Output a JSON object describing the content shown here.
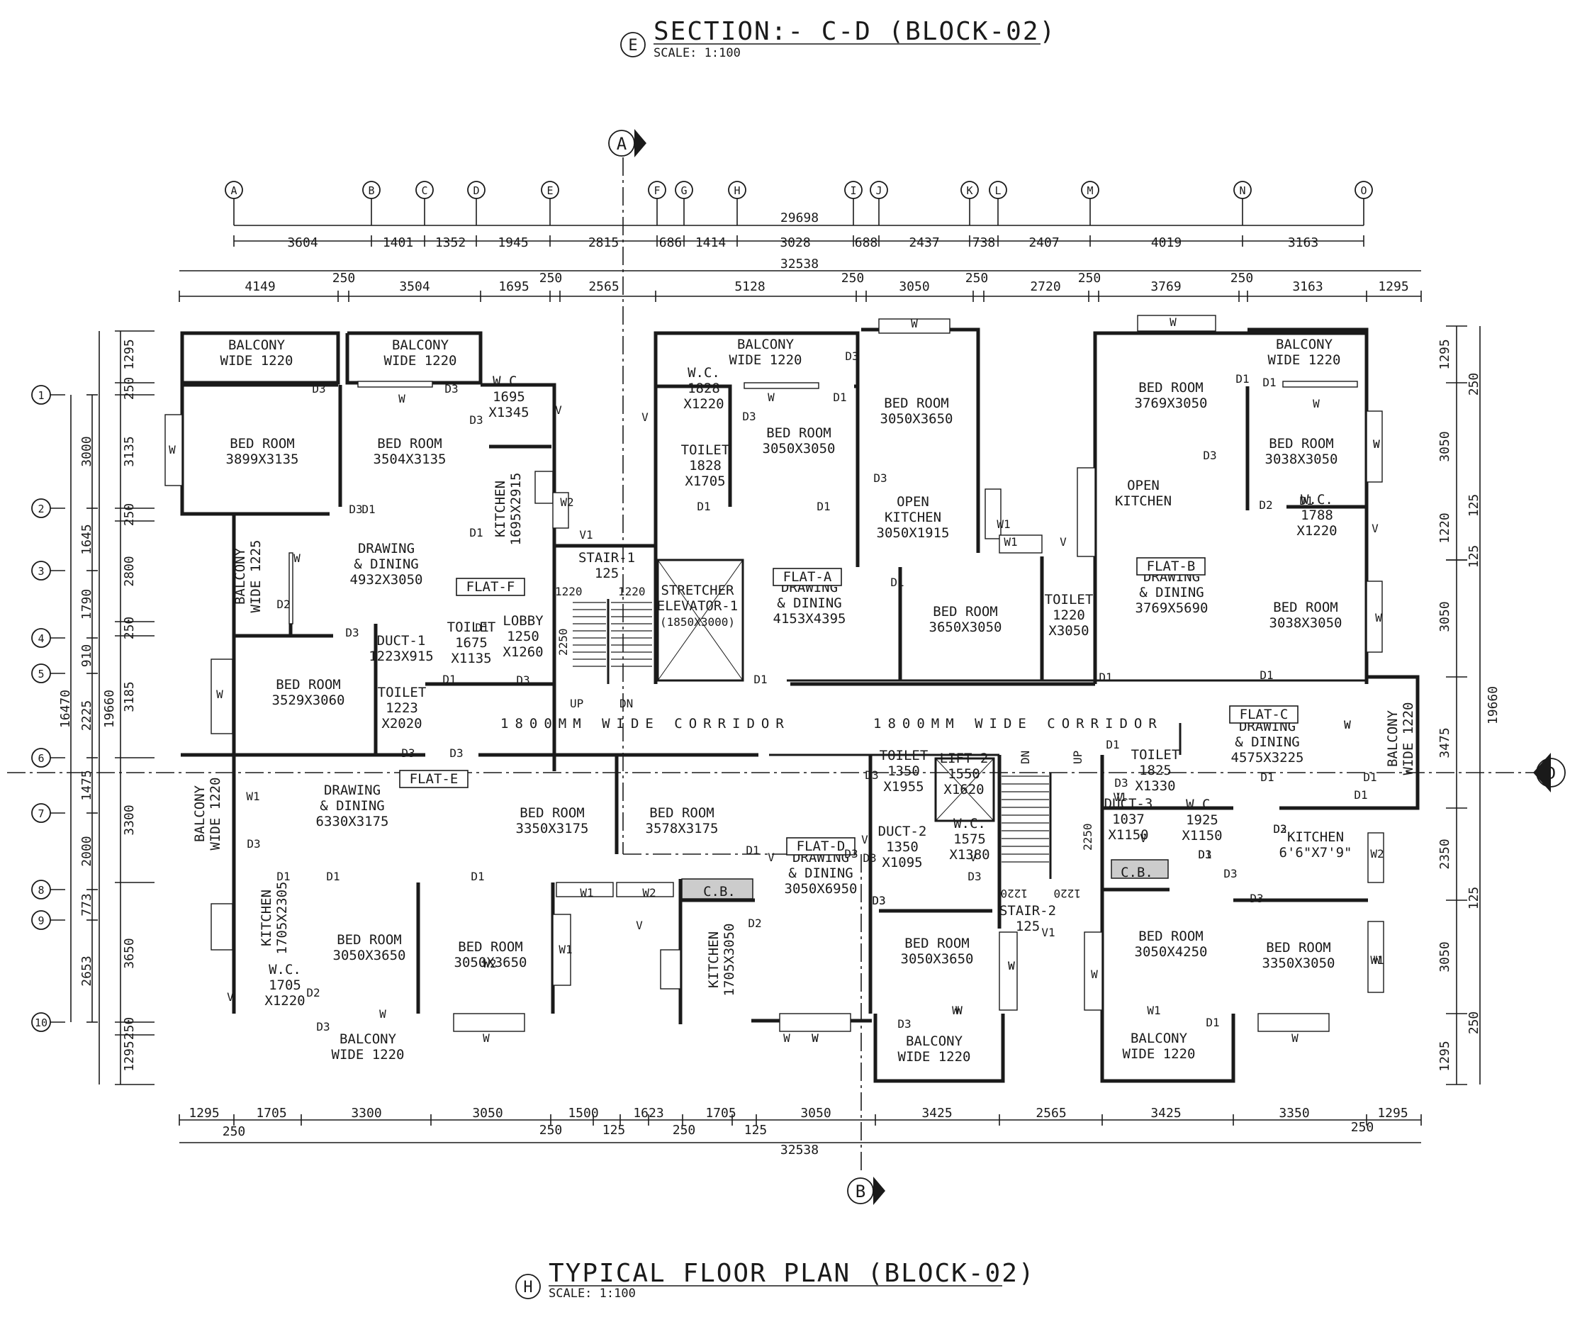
{
  "titles": {
    "section_title": "SECTION:- C-D (BLOCK-02)",
    "section_tag": "E",
    "section_scale": "SCALE: 1:100",
    "plan_title": "TYPICAL FLOOR PLAN (BLOCK-02)",
    "plan_tag": "H",
    "plan_scale": "SCALE: 1:100"
  },
  "section_markers": {
    "a": "A",
    "b": "B",
    "d": "D"
  },
  "grid_top": [
    "A",
    "B",
    "C",
    "D",
    "E",
    "F",
    "G",
    "H",
    "I",
    "J",
    "K",
    "L",
    "M",
    "N",
    "O"
  ],
  "grid_left": [
    "1",
    "2",
    "3",
    "4",
    "5",
    "6",
    "7",
    "8",
    "9",
    "10"
  ],
  "dims_top": {
    "row1_total": "29698",
    "row1": [
      "3604",
      "1401",
      "1352",
      "1945",
      "2815",
      "686",
      "1414",
      "3028",
      "688",
      "2437",
      "738",
      "2407",
      "4019",
      "3163"
    ],
    "row2_total": "32538",
    "row3": [
      "4149",
      "250",
      "3504",
      "1695",
      "250",
      "2565",
      "5128",
      "250",
      "3050",
      "250",
      "2720",
      "250",
      "3769",
      "250",
      "3163",
      "1295"
    ]
  },
  "dims_bottom": {
    "row1": [
      "1295",
      "1705",
      "3300",
      "3050",
      "1500",
      "1623",
      "1705",
      "3050",
      "3425",
      "2565",
      "3425",
      "3350",
      "1295"
    ],
    "row2": [
      "250",
      "250",
      "125",
      "250",
      "125",
      "250"
    ],
    "total": "32538"
  },
  "dims_left": {
    "outer": [
      "1295",
      "250",
      "3135",
      "250",
      "2800",
      "250",
      "3185",
      "3300",
      "3650",
      "250",
      "1295"
    ],
    "inner": [
      "3000",
      "1645",
      "1790",
      "910",
      "2225",
      "1475",
      "2000",
      "773",
      "2653"
    ],
    "total_a": "16470",
    "total_b": "19660"
  },
  "dims_right": {
    "outer": [
      "1295",
      "3050",
      "1220",
      "3050",
      "3475",
      "2350",
      "3050",
      "1295"
    ],
    "inner": [
      "250",
      "125",
      "125",
      "125",
      "250"
    ],
    "total": "19660"
  },
  "rooms": [
    {
      "l1": "BALCONY",
      "l2": "WIDE 1220"
    },
    {
      "l1": "BALCONY",
      "l2": "WIDE 1220"
    },
    {
      "l1": "BED ROOM",
      "l2": "3899X3135"
    },
    {
      "l1": "BED ROOM",
      "l2": "3504X3135"
    },
    {
      "l1": "W.C.",
      "l2": "1695",
      "l3": "X1345"
    },
    {
      "l1": "KITCHEN",
      "l2": "1695X2915"
    },
    {
      "l1": "BALCONY",
      "l2": "WIDE 1225"
    },
    {
      "l1": "DRAWING",
      "l2": "& DINING",
      "l3": "4932X3050"
    },
    {
      "l1": "BED ROOM",
      "l2": "3529X3060"
    },
    {
      "l1": "DUCT-1",
      "l2": "1223X915"
    },
    {
      "l1": "TOILET",
      "l2": "1675",
      "l3": "X1135"
    },
    {
      "l1": "TOILET",
      "l2": "1223",
      "l3": "X2020"
    },
    {
      "l1": "LOBBY",
      "l2": "1250",
      "l3": "X1260"
    },
    {
      "l1": "STAIR-1",
      "l2": "125"
    },
    {
      "l1": "STRETCHER",
      "l2": "ELEVATOR-1",
      "l3": "(1850X3000)"
    },
    {
      "l1": "BALCONY",
      "l2": "WIDE 1220"
    },
    {
      "l1": "W.C.",
      "l2": "1828",
      "l3": "X1220"
    },
    {
      "l1": "TOILET",
      "l2": "1828",
      "l3": "X1705"
    },
    {
      "l1": "BED ROOM",
      "l2": "3050X3050"
    },
    {
      "l1": "BED ROOM",
      "l2": "3050X3650"
    },
    {
      "l1": "OPEN",
      "l2": "KITCHEN",
      "l3": "3050X1915"
    },
    {
      "l1": "DRAWING",
      "l2": "& DINING",
      "l3": "4153X4395"
    },
    {
      "l1": "BED ROOM",
      "l2": "3650X3050"
    },
    {
      "l1": "TOILET",
      "l2": "1220",
      "l3": "X3050"
    },
    {
      "l1": "BED ROOM",
      "l2": "3769X3050"
    },
    {
      "l1": "OPEN",
      "l2": "KITCHEN"
    },
    {
      "l1": "DRAWING",
      "l2": "& DINING",
      "l3": "3769X5690"
    },
    {
      "l1": "BALCONY",
      "l2": "WIDE 1220"
    },
    {
      "l1": "BED ROOM",
      "l2": "3038X3050"
    },
    {
      "l1": "W.C.",
      "l2": "1788",
      "l3": "X1220"
    },
    {
      "l1": "BED ROOM",
      "l2": "3038X3050"
    },
    {
      "l1": "BALCONY",
      "l2": "WIDE 1220"
    },
    {
      "l1": "DRAWING",
      "l2": "& DINING",
      "l3": "6330X3175"
    },
    {
      "l1": "BED ROOM",
      "l2": "3350X3175"
    },
    {
      "l1": "BED ROOM",
      "l2": "3578X3175"
    },
    {
      "l1": "KITCHEN",
      "l2": "1705X2305"
    },
    {
      "l1": "W.C.",
      "l2": "1705",
      "l3": "X1220"
    },
    {
      "l1": "BED ROOM",
      "l2": "3050X3650"
    },
    {
      "l1": "BED ROOM",
      "l2": "3050X3650"
    },
    {
      "l1": "BALCONY",
      "l2": "WIDE 1220"
    },
    {
      "l1": "C.B."
    },
    {
      "l1": "KITCHEN",
      "l2": "1705X3050"
    },
    {
      "l1": "DRAWING",
      "l2": "& DINING",
      "l3": "3050X6950"
    },
    {
      "l1": "TOILET",
      "l2": "1350",
      "l3": "X1955"
    },
    {
      "l1": "LIFT-2",
      "l2": "1550",
      "l3": "X1620"
    },
    {
      "l1": "DUCT-2",
      "l2": "1350",
      "l3": "X1095"
    },
    {
      "l1": "W.C.",
      "l2": "1575",
      "l3": "X1380"
    },
    {
      "l1": "BED ROOM",
      "l2": "3050X3650"
    },
    {
      "l1": "BALCONY",
      "l2": "WIDE 1220"
    },
    {
      "l1": "STAIR-2",
      "l2": "125"
    },
    {
      "l1": "TOILET",
      "l2": "1825",
      "l3": "X1330"
    },
    {
      "l1": "DUCT-3",
      "l2": "1037",
      "l3": "X1150"
    },
    {
      "l1": "W.C.",
      "l2": "1925",
      "l3": "X1150"
    },
    {
      "l1": "C.B."
    },
    {
      "l1": "BED ROOM",
      "l2": "3050X4250"
    },
    {
      "l1": "BALCONY",
      "l2": "WIDE 1220"
    },
    {
      "l1": "DRAWING",
      "l2": "& DINING",
      "l3": "4575X3225"
    },
    {
      "l1": "BALCONY",
      "l2": "WIDE 1220"
    },
    {
      "l1": "KITCHEN",
      "l2": "6'6\"X7'9\""
    },
    {
      "l1": "BED ROOM",
      "l2": "3350X3050"
    }
  ],
  "flats": [
    "FLAT-F",
    "FLAT-A",
    "FLAT-B",
    "FLAT-E",
    "FLAT-D",
    "FLAT-C"
  ],
  "corridors": [
    "1800MM WIDE CORRIDOR",
    "1800MM WIDE CORRIDOR"
  ],
  "stair_dims": [
    "1220",
    "1220",
    "2250",
    "2250",
    "1220",
    "1220"
  ],
  "stair_labels": [
    "UP",
    "DN",
    "DN",
    "UP"
  ],
  "doors": [
    "D3",
    "D3",
    "D3",
    "D3",
    "D1",
    "D1",
    "D2",
    "D3",
    "D1",
    "D3",
    "D3",
    "D1",
    "D3",
    "D1",
    "D3",
    "D1",
    "D1",
    "D3",
    "D3",
    "D1",
    "D1",
    "D1",
    "D3",
    "D1",
    "D1",
    "D1",
    "D3",
    "D2",
    "D1",
    "D1",
    "D1",
    "D1",
    "D3",
    "D3",
    "D3",
    "D3",
    "D1",
    "D1",
    "D1",
    "D2",
    "D1",
    "D3",
    "D3",
    "D3",
    "D3",
    "D2",
    "D1",
    "D1",
    "D3",
    "D3",
    "D3",
    "D1",
    "D3",
    "D3",
    "D2"
  ],
  "windows": [
    "W",
    "W",
    "W",
    "W2",
    "W",
    "W",
    "W",
    "W",
    "W",
    "W1",
    "W1",
    "W",
    "W",
    "W",
    "W",
    "W1",
    "W",
    "W",
    "W",
    "W",
    "W2",
    "W",
    "W",
    "W1",
    "W1",
    "W2",
    "W",
    "W",
    "W",
    "W1",
    "W",
    "W",
    "W1",
    "W",
    "W",
    "W",
    "W2",
    "V",
    "V",
    "V",
    "V",
    "V",
    "V",
    "V",
    "V",
    "V",
    "V",
    "V",
    "V1",
    "V1",
    "V1"
  ]
}
